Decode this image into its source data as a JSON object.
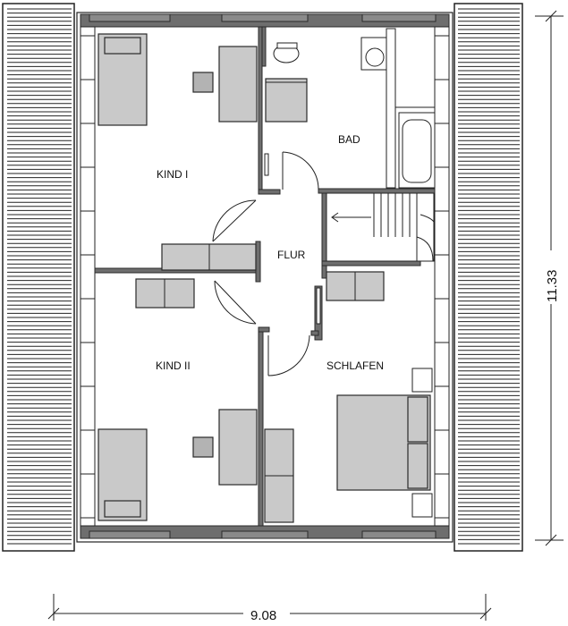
{
  "rooms": {
    "kind1": "KIND I",
    "kind2": "KIND II",
    "bad": "BAD",
    "flur": "FLUR",
    "schlafen": "SCHLAFEN"
  },
  "dimensions": {
    "width": "9.08",
    "height": "11.33"
  },
  "colors": {
    "wall": "#6e6e6e",
    "furniture": "#c9c9c9",
    "line": "#222222"
  }
}
